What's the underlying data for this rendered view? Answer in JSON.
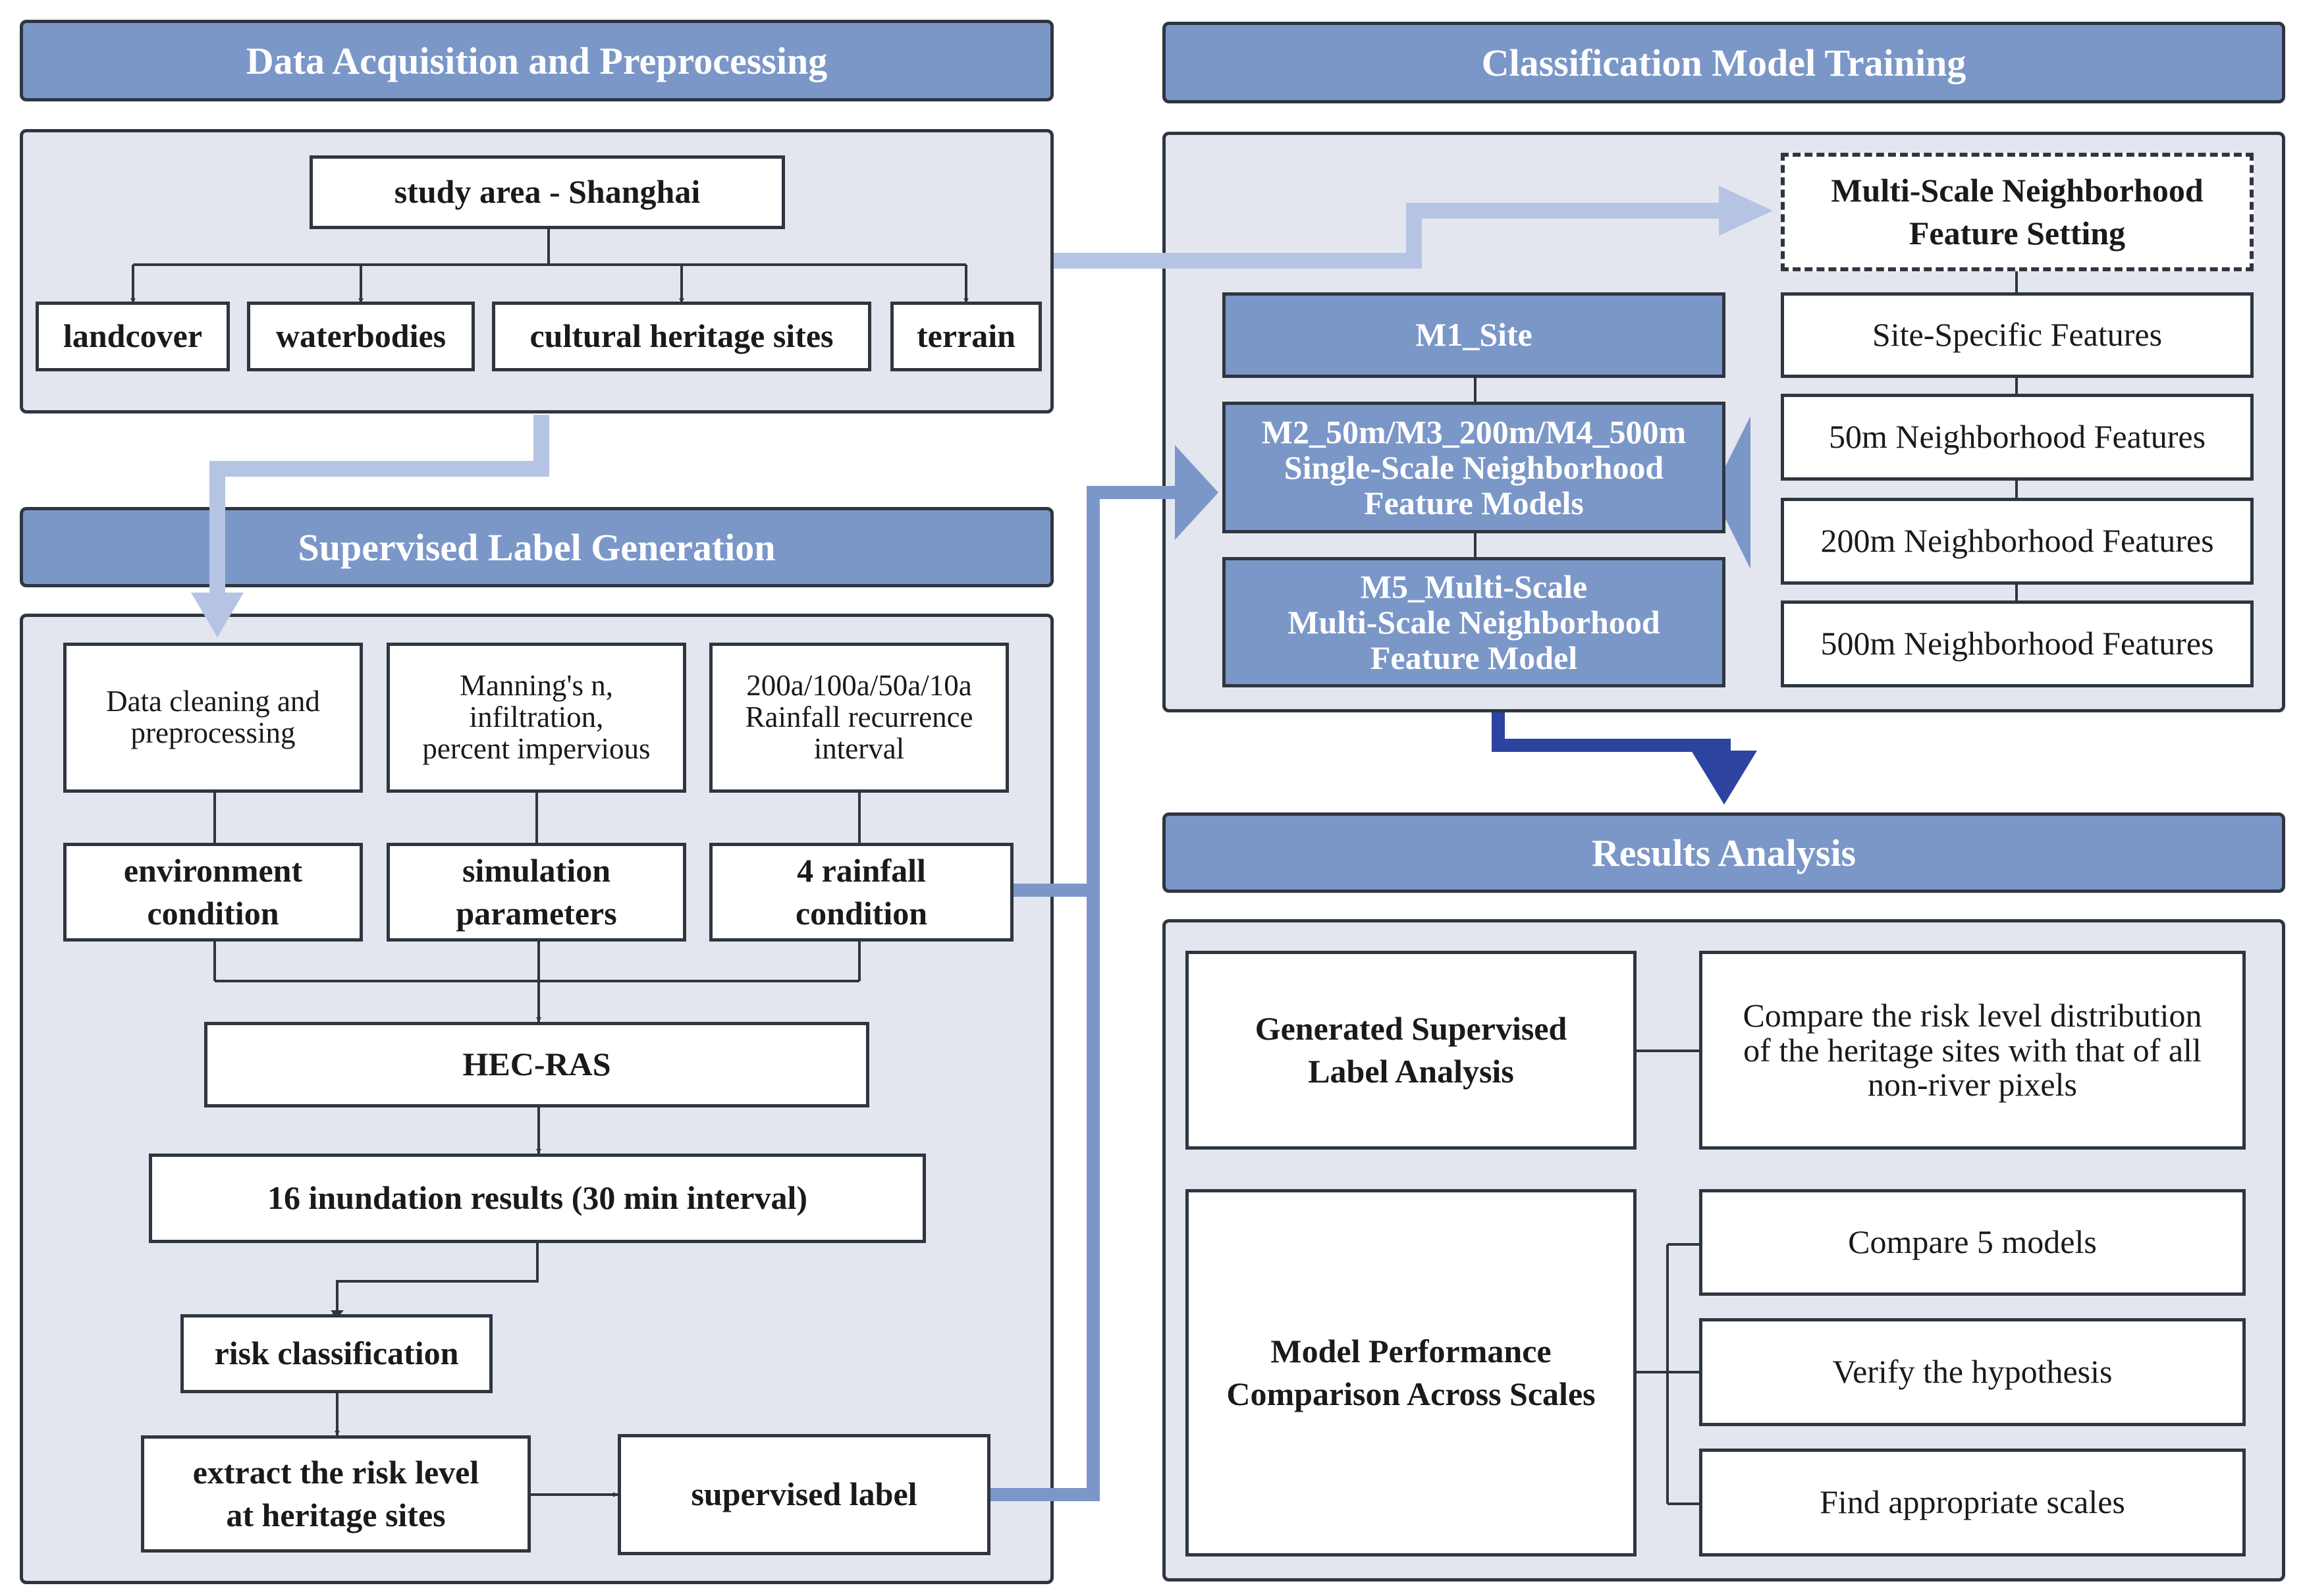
{
  "colors": {
    "accent": "#7b97c8",
    "panel": "#e3e6ef",
    "light_arrow": "#b6c4e4",
    "dark_arrow": "#2c44a0",
    "border": "#2f3640"
  },
  "sections": {
    "data_acquisition": {
      "title": "Data Acquisition and Preprocessing",
      "study_area": "study area - Shanghai",
      "inputs": [
        "landcover",
        "waterbodies",
        "cultural heritage sites",
        "terrain"
      ]
    },
    "label_generation": {
      "title": "Supervised Label Generation",
      "notes": [
        [
          "Data cleaning and",
          "preprocessing"
        ],
        [
          "Manning's n,",
          "infiltration,",
          "percent impervious"
        ],
        [
          "200a/100a/50a/10a",
          "Rainfall recurrence",
          "interval"
        ]
      ],
      "conditions": [
        [
          "environment",
          "condition"
        ],
        [
          "simulation",
          "parameters"
        ],
        [
          "4 rainfall",
          "condition"
        ]
      ],
      "hec_ras": "HEC-RAS",
      "inundation": "16 inundation results (30 min interval)",
      "risk_classification": "risk classification",
      "extract": [
        "extract the risk level",
        "at heritage sites"
      ],
      "supervised_label": "supervised label"
    },
    "model_training": {
      "title": "Classification Model Training",
      "feature_setting": [
        "Multi-Scale Neighborhood",
        "Feature Setting"
      ],
      "models": [
        [
          "M1_Site"
        ],
        [
          "M2_50m/M3_200m/M4_500m",
          "Single-Scale Neighborhood",
          "Feature Models"
        ],
        [
          "M5_Multi-Scale",
          "Multi-Scale Neighborhood",
          "Feature Model"
        ]
      ],
      "features": [
        "Site-Specific Features",
        "50m Neighborhood Features",
        "200m Neighborhood Features",
        "500m Neighborhood Features"
      ]
    },
    "results": {
      "title": "Results Analysis",
      "label_analysis": [
        "Generated Supervised",
        "Label Analysis"
      ],
      "label_analysis_desc": [
        "Compare the risk level distribution",
        "of the heritage sites with that of all",
        "non-river pixels"
      ],
      "performance": [
        "Model Performance",
        "Comparison Across Scales"
      ],
      "performance_items": [
        "Compare 5 models",
        "Verify the hypothesis",
        "Find appropriate scales"
      ]
    }
  }
}
